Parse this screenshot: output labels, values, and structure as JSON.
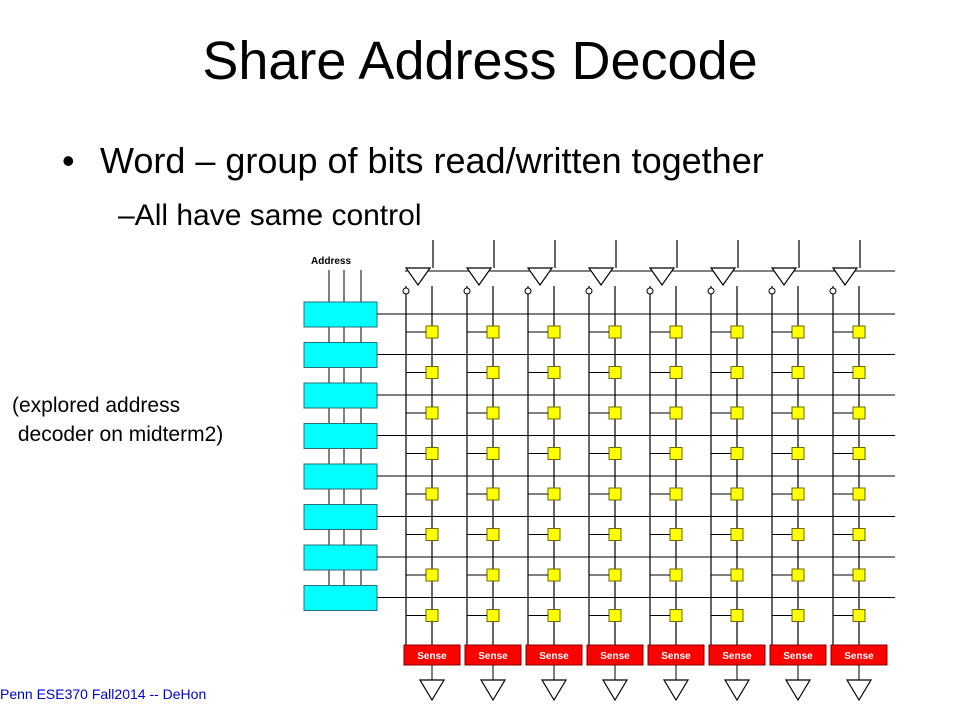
{
  "slide": {
    "title": "Share Address Decode",
    "bullet": "Word – group of bits read/written together",
    "sub_bullet": "–All have same control",
    "note_line1": "(explored address",
    "note_line2": " decoder on midterm2)",
    "footer": "Penn ESE370 Fall2014 -- DeHon"
  },
  "diagram": {
    "address_label": "Address",
    "sense_label": "Sense",
    "columns": 8,
    "rows": 8,
    "colors": {
      "decoder": "#00ffff",
      "cell": "#ffff00",
      "sense": "#ff0000",
      "wire": "#000000",
      "footer": "#0000cc"
    }
  }
}
